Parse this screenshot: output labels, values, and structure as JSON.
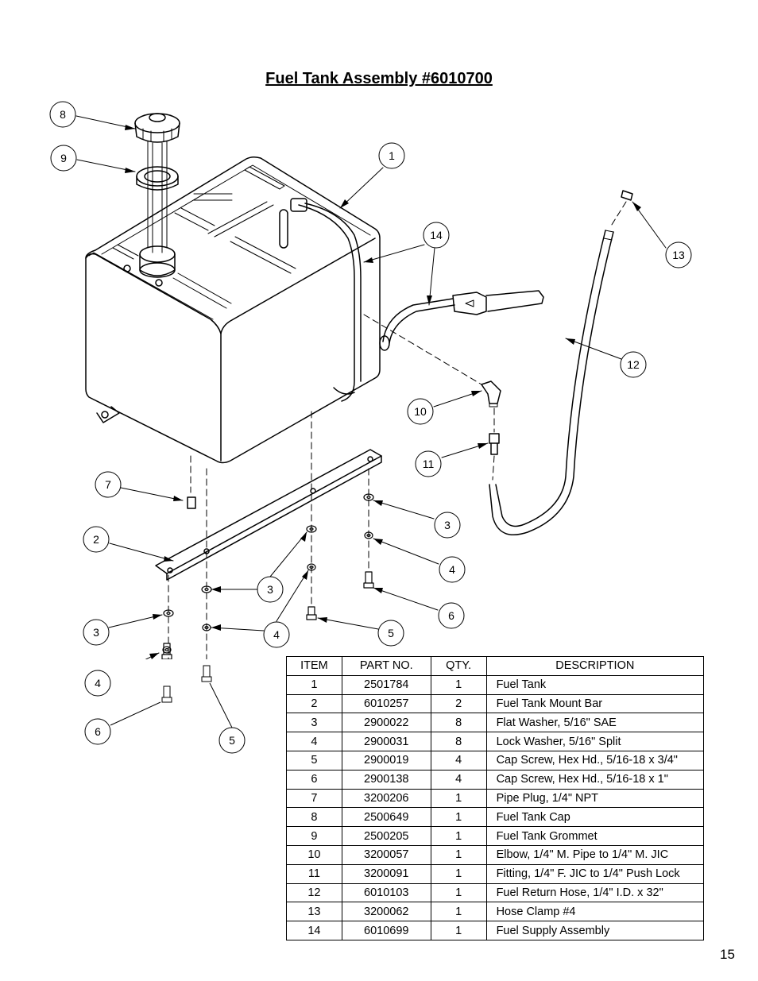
{
  "title": "Fuel Tank Assembly #6010700",
  "page_number": "15",
  "callouts": [
    "8",
    "9",
    "1",
    "14",
    "13",
    "12",
    "10",
    "11",
    "7",
    "2",
    "3",
    "4",
    "6",
    "3",
    "4",
    "5",
    "3",
    "4",
    "6",
    "5"
  ],
  "table": {
    "headers": [
      "ITEM",
      "PART NO.",
      "QTY.",
      "DESCRIPTION"
    ],
    "rows": [
      {
        "item": "1",
        "part": "2501784",
        "qty": "1",
        "desc": "Fuel Tank"
      },
      {
        "item": "2",
        "part": "6010257",
        "qty": "2",
        "desc": "Fuel Tank Mount Bar"
      },
      {
        "item": "3",
        "part": "2900022",
        "qty": "8",
        "desc": "Flat Washer, 5/16\" SAE"
      },
      {
        "item": "4",
        "part": "2900031",
        "qty": "8",
        "desc": "Lock Washer, 5/16\" Split"
      },
      {
        "item": "5",
        "part": "2900019",
        "qty": "4",
        "desc": "Cap Screw, Hex Hd., 5/16-18 x 3/4\""
      },
      {
        "item": "6",
        "part": "2900138",
        "qty": "4",
        "desc": "Cap Screw, Hex Hd., 5/16-18 x 1\""
      },
      {
        "item": "7",
        "part": "3200206",
        "qty": "1",
        "desc": "Pipe Plug, 1/4\" NPT"
      },
      {
        "item": "8",
        "part": "2500649",
        "qty": "1",
        "desc": "Fuel Tank Cap"
      },
      {
        "item": "9",
        "part": "2500205",
        "qty": "1",
        "desc": "Fuel Tank Grommet"
      },
      {
        "item": "10",
        "part": "3200057",
        "qty": "1",
        "desc": "Elbow, 1/4\" M. Pipe to 1/4\" M. JIC"
      },
      {
        "item": "11",
        "part": "3200091",
        "qty": "1",
        "desc": "Fitting, 1/4\" F. JIC to 1/4\" Push Lock"
      },
      {
        "item": "12",
        "part": "6010103",
        "qty": "1",
        "desc": "Fuel Return Hose, 1/4\" I.D. x 32\""
      },
      {
        "item": "13",
        "part": "3200062",
        "qty": "1",
        "desc": "Hose Clamp #4"
      },
      {
        "item": "14",
        "part": "6010699",
        "qty": "1",
        "desc": "Fuel Supply Assembly"
      }
    ]
  }
}
